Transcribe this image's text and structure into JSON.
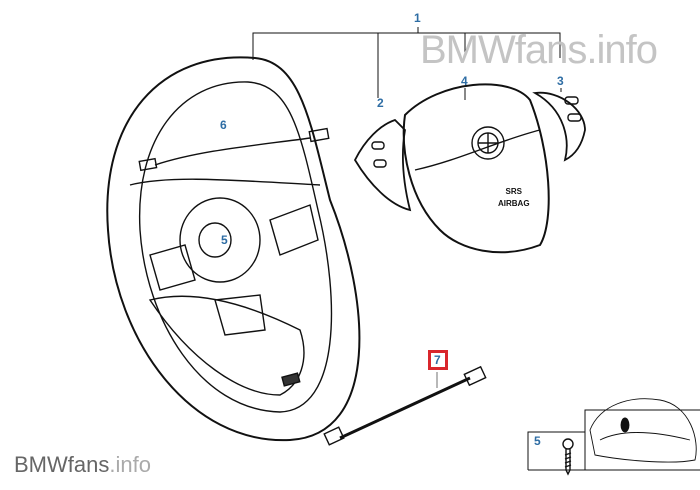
{
  "watermark": {
    "top": "BMWfans.info",
    "bottom_brand": "BMWfans",
    "bottom_suffix": ".info"
  },
  "callouts": [
    {
      "id": "1",
      "label": "1"
    },
    {
      "id": "2",
      "label": "2"
    },
    {
      "id": "3",
      "label": "3"
    },
    {
      "id": "4",
      "label": "4"
    },
    {
      "id": "5a",
      "label": "5"
    },
    {
      "id": "6",
      "label": "6"
    },
    {
      "id": "7",
      "label": "7",
      "highlighted": true
    },
    {
      "id": "5b",
      "label": "5"
    }
  ],
  "airbag_text": {
    "line1": "SRS",
    "line2": "AIRBAG"
  },
  "colors": {
    "callout": "#2e6da4",
    "highlight": "#d9262c",
    "watermark": "#c4c4c4"
  }
}
